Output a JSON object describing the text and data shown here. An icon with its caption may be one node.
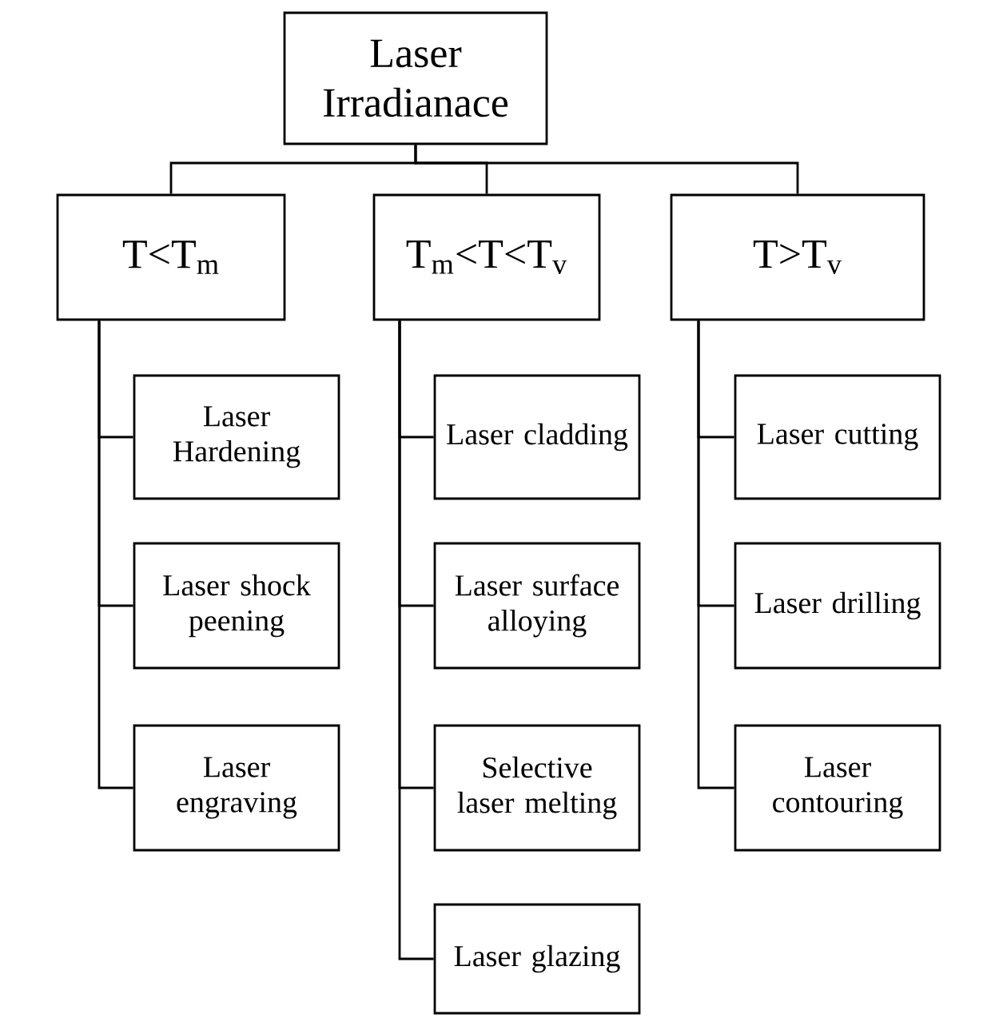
{
  "diagram": {
    "nodes": [
      {
        "text": [
          "Laser Irradianace"
        ]
      },
      {
        "text": [
          "T<T$_{m}$"
        ]
      },
      {
        "text": [
          "T$_{m}$<T<T$_{v}$"
        ]
      },
      {
        "text": [
          "T>T$_{v}$"
        ]
      },
      {
        "text": [
          "Laser Hardening"
        ]
      },
      {
        "text": [
          "Laser shock peening"
        ]
      },
      {
        "text": [
          "Laser engraving"
        ]
      },
      {
        "text": [
          "Laser cladding"
        ]
      },
      {
        "text": [
          "Laser surface alloying"
        ]
      },
      {
        "text": [
          "Selective laser melting"
        ]
      },
      {
        "text": [
          "Laser glazing"
        ]
      },
      {
        "text": [
          "Laser cutting"
        ]
      },
      {
        "text": [
          "Laser drilling"
        ]
      },
      {
        "text": [
          "Laser contouring"
        ]
      }
    ],
    "edges": [
      {
        "from": 0,
        "to": 1,
        "arrow": "none"
      },
      {
        "from": 0,
        "to": 2,
        "arrow": "none"
      },
      {
        "from": 0,
        "to": 3,
        "arrow": "none"
      },
      {
        "from": 1,
        "to": 4,
        "arrow": "none"
      },
      {
        "from": 1,
        "to": 5,
        "arrow": "none"
      },
      {
        "from": 1,
        "to": 6,
        "arrow": "none"
      },
      {
        "from": 2,
        "to": 7,
        "arrow": "none"
      },
      {
        "from": 2,
        "to": 8,
        "arrow": "none"
      },
      {
        "from": 2,
        "to": 9,
        "arrow": "none"
      },
      {
        "from": 2,
        "to": 10,
        "arrow": "none"
      },
      {
        "from": 3,
        "to": 11,
        "arrow": "none"
      },
      {
        "from": 3,
        "to": 12,
        "arrow": "none"
      },
      {
        "from": 3,
        "to": 13,
        "arrow": "none"
      }
    ]
  }
}
